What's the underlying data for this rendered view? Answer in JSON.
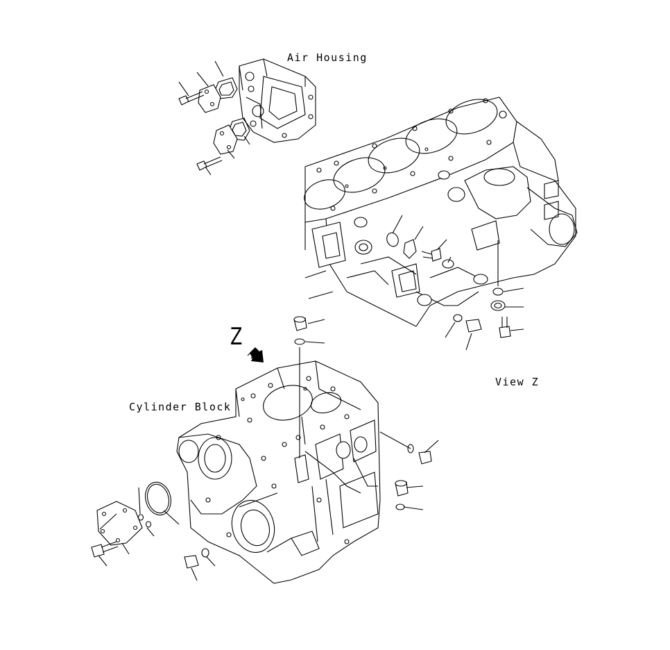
{
  "labels": {
    "air_housing": "Air Housing",
    "cylinder_block": "Cylinder Block",
    "view_z": "View Z",
    "z_marker": "Z"
  }
}
